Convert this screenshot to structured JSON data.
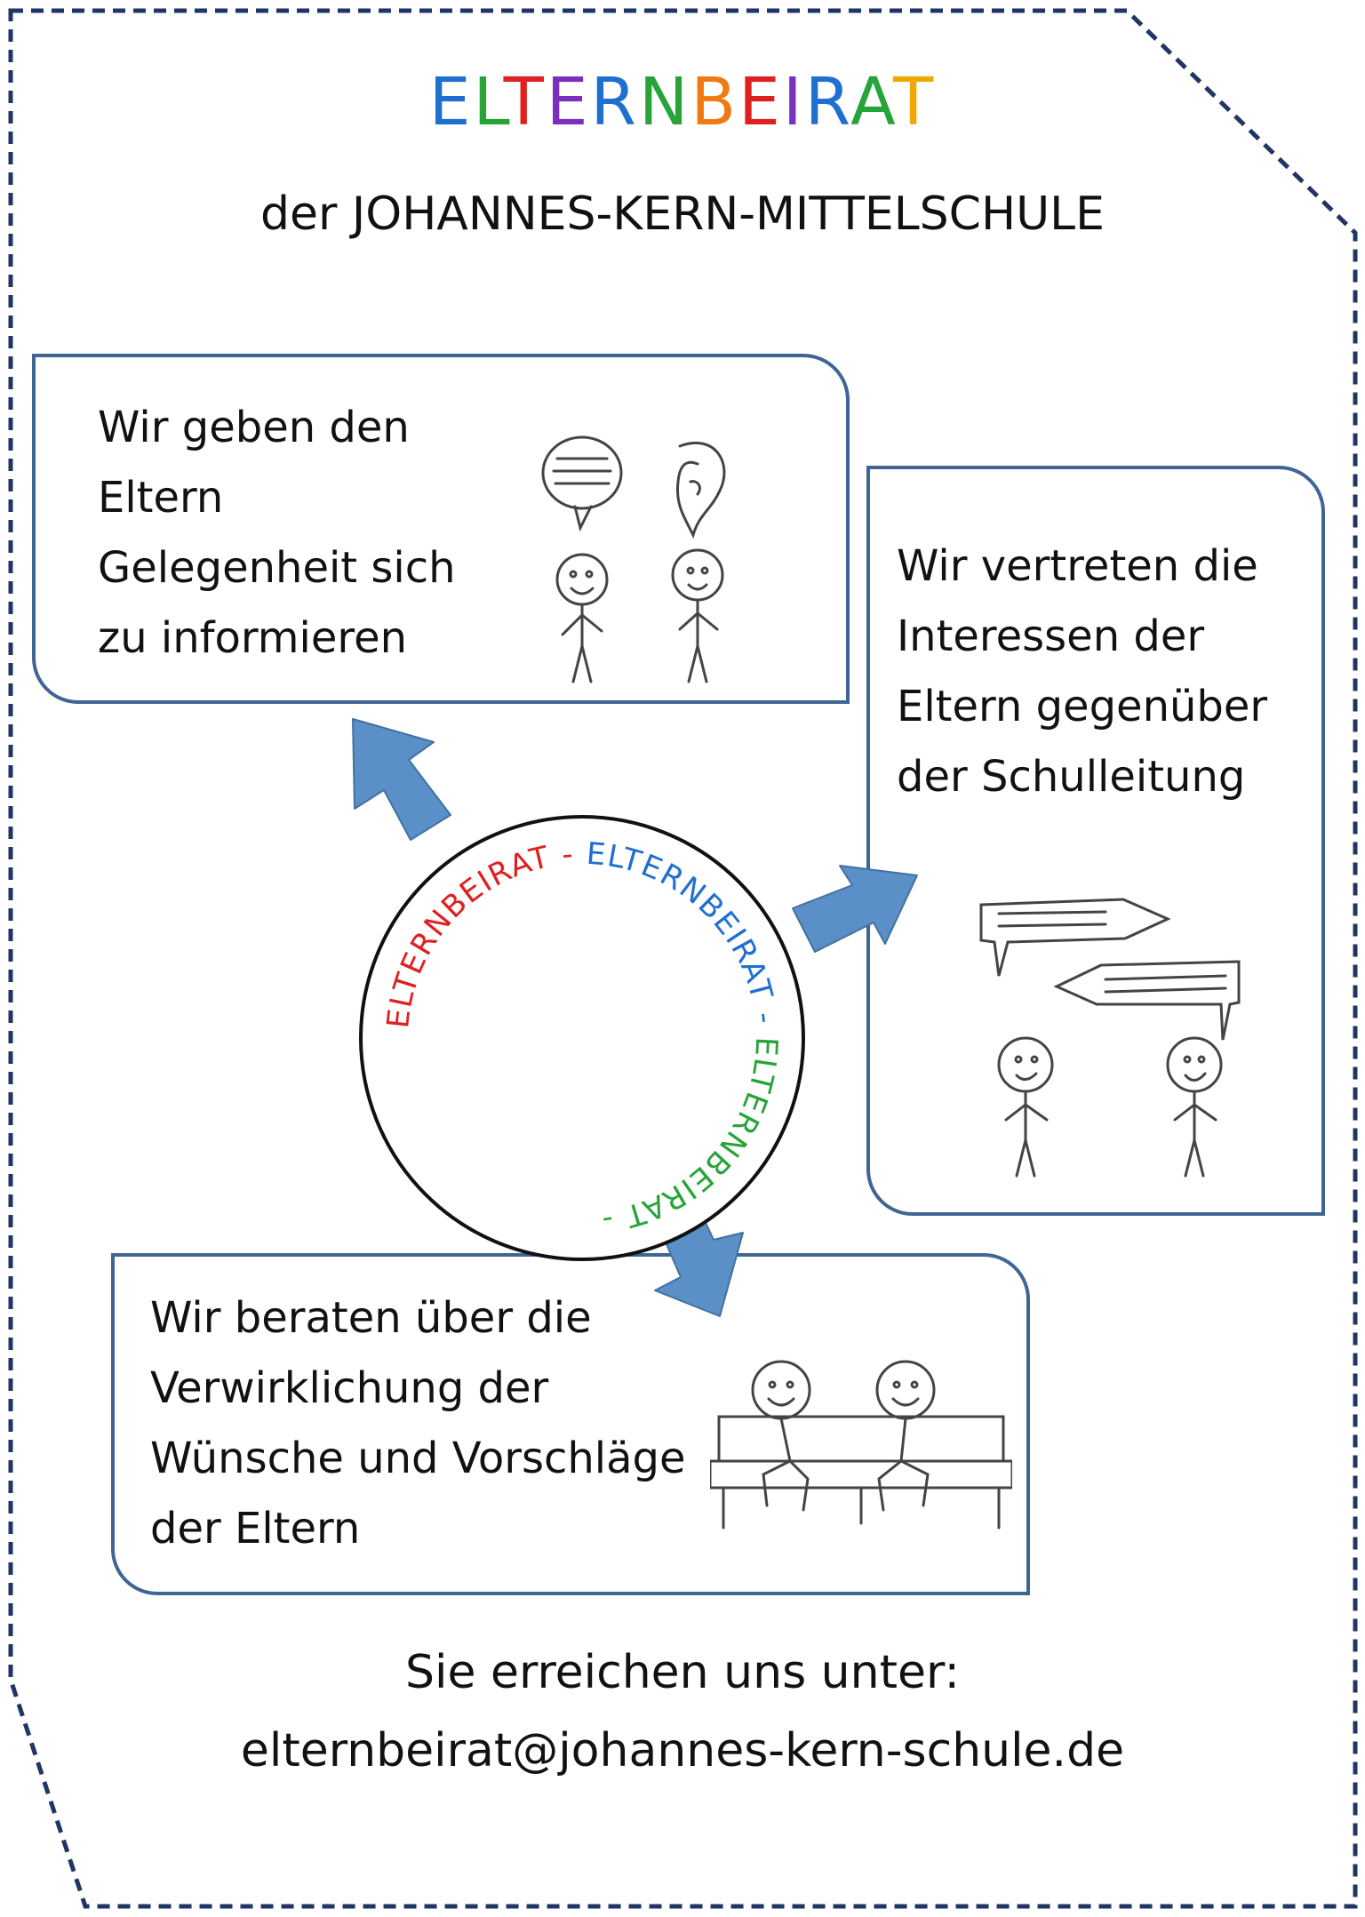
{
  "header": {
    "title_letters": [
      {
        "char": "E",
        "color": "#1f6fd1"
      },
      {
        "char": "L",
        "color": "#27a33a"
      },
      {
        "char": "T",
        "color": "#e02020"
      },
      {
        "char": "E",
        "color": "#7b2fbf"
      },
      {
        "char": "R",
        "color": "#1f6fd1"
      },
      {
        "char": "N",
        "color": "#27a33a"
      },
      {
        "char": "B",
        "color": "#f07a12"
      },
      {
        "char": "E",
        "color": "#e02020"
      },
      {
        "char": "I",
        "color": "#7b2fbf"
      },
      {
        "char": "R",
        "color": "#1f6fd1"
      },
      {
        "char": "A",
        "color": "#27a33a"
      },
      {
        "char": "T",
        "color": "#f0a800"
      }
    ],
    "subtitle": "der JOHANNES-KERN-MITTELSCHULE"
  },
  "boxes": {
    "info": {
      "lines": [
        "Wir geben den",
        "Eltern",
        "Gelegenheit sich",
        "zu informieren"
      ]
    },
    "represent": {
      "lines": [
        "Wir vertreten die",
        "Interessen der",
        "Eltern gegenüber",
        "der Schulleitung"
      ]
    },
    "advise": {
      "lines": [
        "Wir beraten über die",
        "Verwirklichung der",
        "Wünsche und Vorschläge",
        "der Eltern"
      ]
    }
  },
  "circle": {
    "segments": [
      {
        "text": "ELTERNBEIRAT - ",
        "color": "#e02020"
      },
      {
        "text": "ELTERNBEIRAT - ",
        "color": "#1f6fd1"
      },
      {
        "text": "ELTERNBEIRAT - ",
        "color": "#27a33a"
      }
    ]
  },
  "contact": {
    "line1": "Sie erreichen uns unter:",
    "email": "elternbeirat@johannes-kern-schule.de"
  },
  "colors": {
    "frame": "#1f3564",
    "box_border": "#3f6595",
    "arrow": "#5b8fc8",
    "arrow_stroke": "#41729f"
  }
}
